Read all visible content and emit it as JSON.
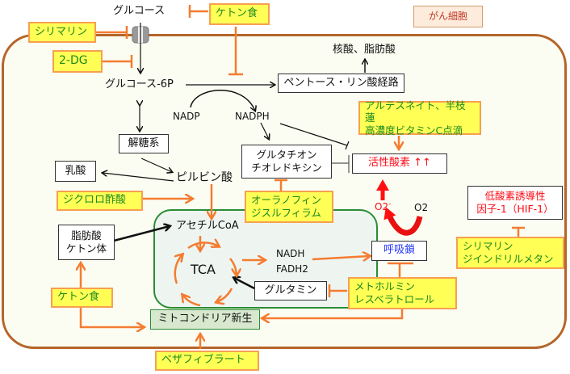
{
  "diagram": {
    "title_tag": "がん細胞",
    "colors": {
      "cell_border": "#b5652a",
      "mito_border": "#2a8c34",
      "drug_fill": "#ffff55",
      "drug_text": "#1e8a1e",
      "inhibit_line": "#f47c30",
      "ros_text": "#ff0a14",
      "resp_chain_text": "#2233ff"
    },
    "metabolites": {
      "glucose": "グルコース",
      "glucose_6p": "グルコース-6P",
      "nucleic_fatty": "核酸、脂肪酸",
      "nadp": "NADP",
      "nadph": "NADPH",
      "pyruvate": "ピルビン酸",
      "acetyl_coa": "アセチルCoA",
      "tca": "TCA",
      "nadh_fadh2": "NADH\nFADH2",
      "o2_minus": "O2",
      "o2_minus_sup": "-",
      "o2": "O2"
    },
    "boxes": {
      "pentose_phosphate": "ペントース・リン酸経路",
      "glycolysis": "解糖系",
      "lactate": "乳酸",
      "glutathione": "グルタチオン\nチオレドキシン",
      "ros": "活性酸素 ↑↑",
      "fatty_ketone": "脂肪酸\nケトン体",
      "glutamine": "グルタミン",
      "resp_chain": "呼吸鎖",
      "hif1": "低酸素誘導性\n因子-1（HIF-1）",
      "mito_biogenesis": "ミトコンドリア新生"
    },
    "drugs": {
      "ketogenic_top": "ケトン食",
      "silymarin_top": "シリマリン",
      "two_dg": "2-DG",
      "artesunate": "アルテスネイト、半枝蓮\n高濃度ビタミンC点滴",
      "dichloroacetate": "ジクロロ酢酸",
      "auranofin": "オーラノフィン\nジスルフィラム",
      "silymarin_dim": "シリマリン\nジインドリルメタン",
      "ketogenic_bottom": "ケトン食",
      "metformin": "メトホルミン\nレスベラトロール",
      "bezafibrate": "ベザフィブラート"
    }
  }
}
